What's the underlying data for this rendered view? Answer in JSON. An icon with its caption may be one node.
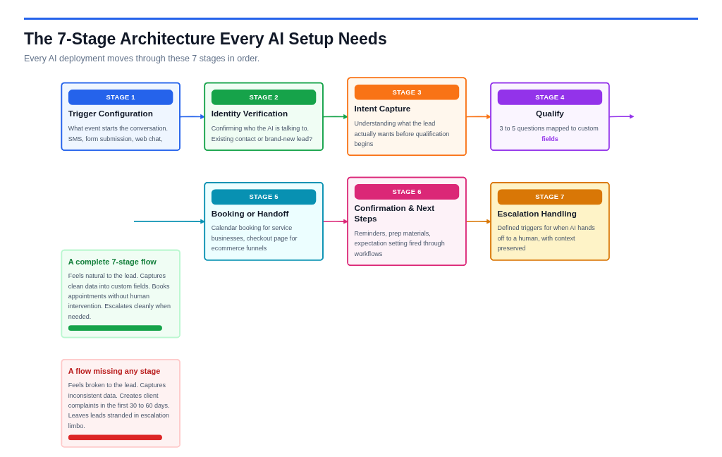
{
  "diagram": {
    "title": "The 7-Stage Architecture Every AI Setup Needs",
    "nodes": [
      {
        "text": [
          "STAGE 1",
          "Trigger Configuration",
          "What event starts the conversation. SMS, form submission, web chat,"
        ]
      },
      {
        "text": [
          "STAGE 2",
          "Identity Verification",
          "Confirming who the AI is talking to. Existing contact or brand-new lead?"
        ]
      },
      {
        "text": [
          "STAGE 3",
          "Intent Capture",
          "Understanding what the lead actually wants before qualification begins"
        ]
      },
      {
        "text": [
          "STAGE 4",
          "Qualify",
          "3 to 5 questions mapped to custom **fields**"
        ]
      },
      {
        "text": [
          "STAGE 5",
          "Booking or Handoff",
          "Calendar booking for service businesses, checkout page for ecommerce funnels"
        ]
      },
      {
        "text": [
          "STAGE 6",
          "Confirmation & Next Steps",
          "Reminders, prep materials, expectation setting fired through workflows"
        ]
      },
      {
        "text": [
          "STAGE 7",
          "Escalation Handling",
          "Defined triggers for when AI hands off to a human, with context preserved"
        ]
      },
      {
        "text": [
          "A complete 7-stage flow",
          "Feels natural to the lead. Captures clean data into custom fields. Books appointments without human intervention. Escalates cleanly when needed."
        ]
      },
      {
        "text": [
          "A flow missing any stage",
          "Feels broken to the lead. Captures inconsistent data. Creates client complaints in the first 30 to 60 days. Leaves leads stranded in escalation limbo."
        ]
      }
    ],
    "edges": [
      {
        "from": 0,
        "to": 1,
        "arrow": "to",
        "color": "#2563eb"
      },
      {
        "from": 1,
        "to": 2,
        "arrow": "to",
        "color": "#16a34a"
      },
      {
        "from": 2,
        "to": 3,
        "arrow": "to",
        "color": "#f97316"
      },
      {
        "from": 3,
        "to": null,
        "arrow": "to",
        "color": "#9333ea"
      },
      {
        "from": null,
        "to": 4,
        "arrow": "to",
        "color": "#0891b2"
      },
      {
        "from": 4,
        "to": 5,
        "arrow": "to",
        "color": "#db2777"
      },
      {
        "from": 5,
        "to": 6,
        "arrow": "to",
        "color": "#d97706"
      }
    ],
    "labels": [
      "Every AI deployment moves through these 7 stages in order."
    ]
  }
}
